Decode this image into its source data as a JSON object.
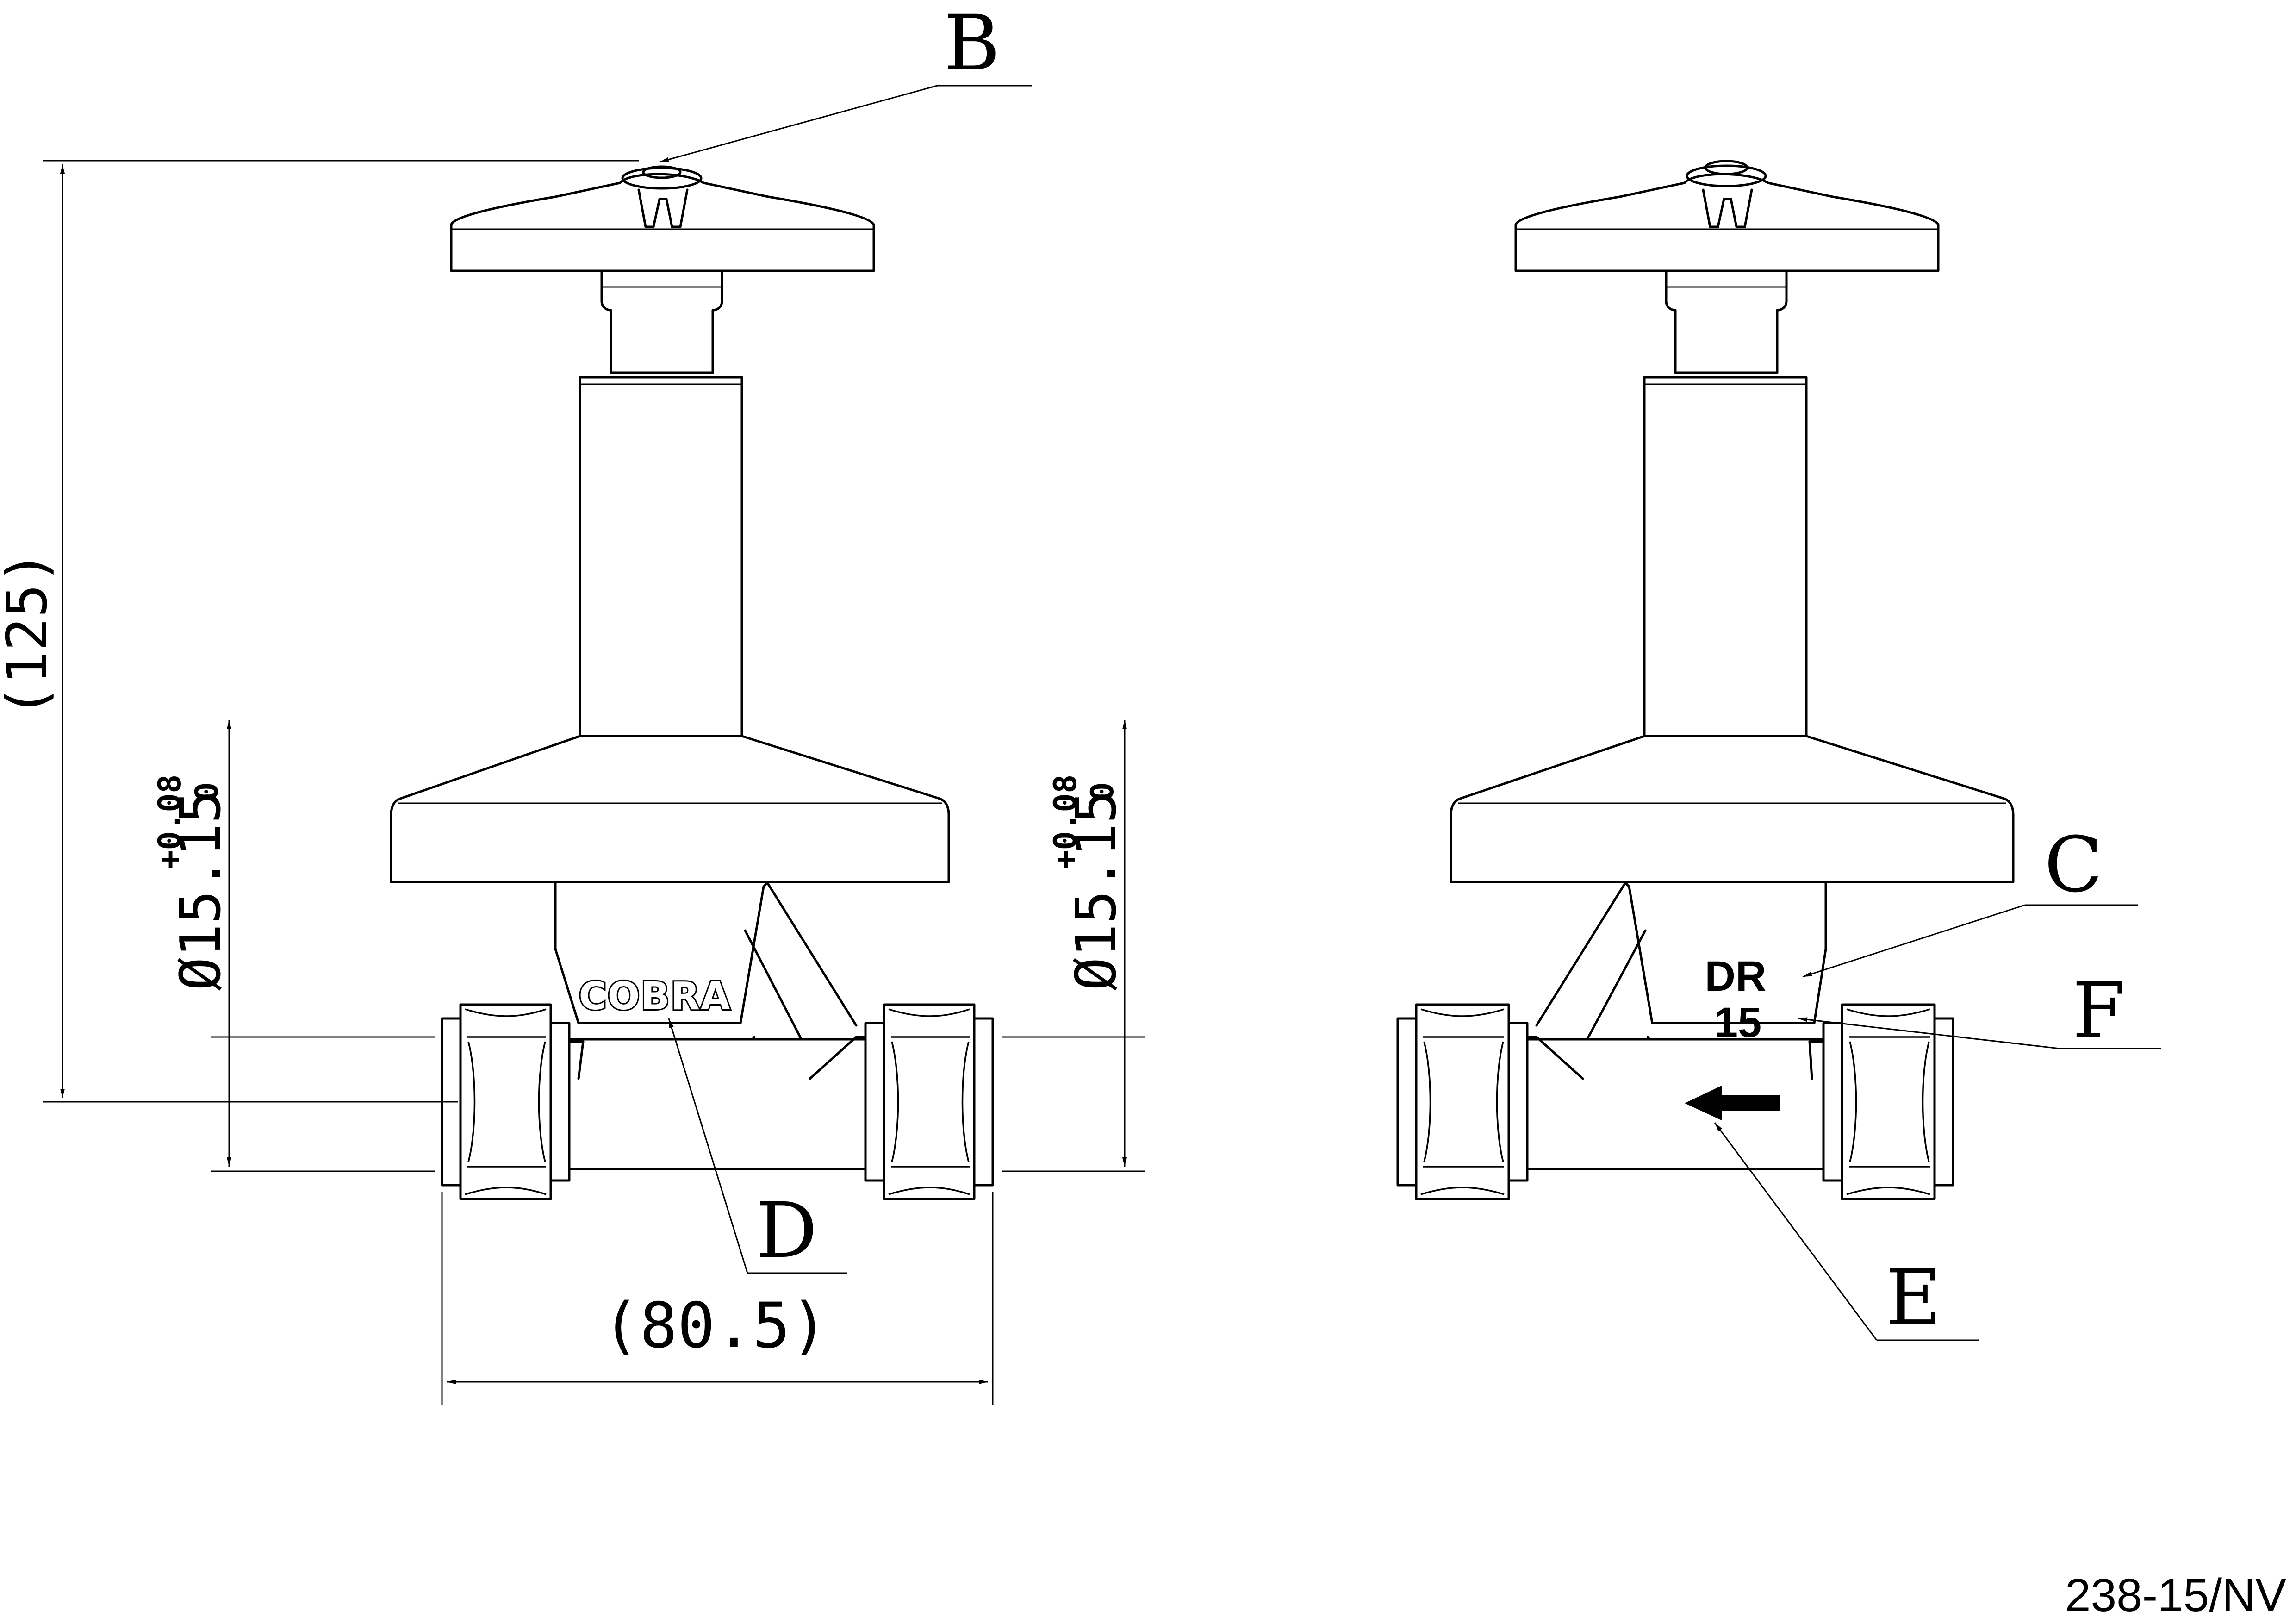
{
  "drawing": {
    "part_number": "238-15/NV",
    "callouts": {
      "b": "B",
      "c": "C",
      "d": "D",
      "e": "E",
      "f": "F"
    },
    "dimensions": {
      "overall_height": "(125)",
      "overall_length": "(80.5)",
      "left_pipe_diameter": "Ø15.15",
      "right_pipe_diameter": "Ø15.15",
      "tolerance_upper": "+0.08",
      "tolerance_lower": "0"
    },
    "markings": {
      "brand": "COBRA",
      "size_line1": "DR",
      "size_line2": "15"
    },
    "flow_direction_icon": "left-arrow-icon"
  }
}
